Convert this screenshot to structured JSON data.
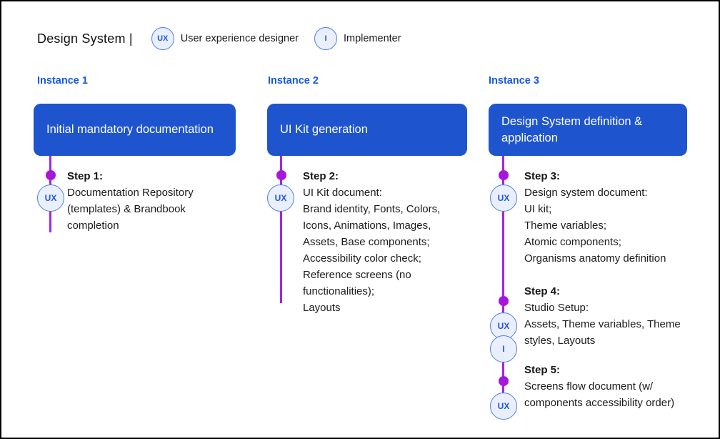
{
  "header": {
    "title": "Design System |",
    "legend": [
      {
        "badge": "UX",
        "label": "User experience designer"
      },
      {
        "badge": "I",
        "label": "Implementer"
      }
    ]
  },
  "colors": {
    "box_blue": "#1e55cf",
    "instance_label_blue": "#1659e0",
    "timeline_line_purple": "#a424e4",
    "timeline_dot_purple": "#a816db",
    "role_badge_fill": "#e9effc",
    "role_badge_border": "#4f7fe6",
    "role_badge_text": "#2156db",
    "box_text": "#ffffff",
    "body_text": "#1b1b1b",
    "frame_border": "#000000"
  },
  "instances": [
    {
      "label": "Instance 1",
      "box_title": "Initial mandatory documentation",
      "steps": [
        {
          "heading": "Step 1:",
          "lines": [
            "Documentation Repository",
            "(templates) & Brandbook",
            "completion"
          ],
          "roles": [
            "UX"
          ]
        }
      ]
    },
    {
      "label": "Instance 2",
      "box_title": "UI Kit generation",
      "steps": [
        {
          "heading": "Step 2:",
          "lines": [
            "UI Kit document:",
            "Brand identity, Fonts, Colors,",
            "Icons, Animations, Images,",
            "Assets, Base components;",
            "Accessibility color check;",
            "Reference screens (no",
            "functionalities);",
            "Layouts"
          ],
          "roles": [
            "UX"
          ]
        }
      ]
    },
    {
      "label": "Instance 3",
      "box_title": "Design System definition & application",
      "steps": [
        {
          "heading": "Step 3:",
          "lines": [
            "Design system document:",
            "UI kit;",
            "Theme variables;",
            "Atomic components;",
            "Organisms anatomy definition"
          ],
          "roles": [
            "UX"
          ]
        },
        {
          "heading": "Step 4:",
          "lines": [
            "Studio Setup:",
            "Assets, Theme variables, Theme",
            "styles, Layouts"
          ],
          "roles": [
            "UX",
            "I"
          ]
        },
        {
          "heading": "Step 5:",
          "lines": [
            "Screens flow document (w/",
            "components accessibility order)"
          ],
          "roles": [
            "UX"
          ]
        }
      ]
    }
  ]
}
